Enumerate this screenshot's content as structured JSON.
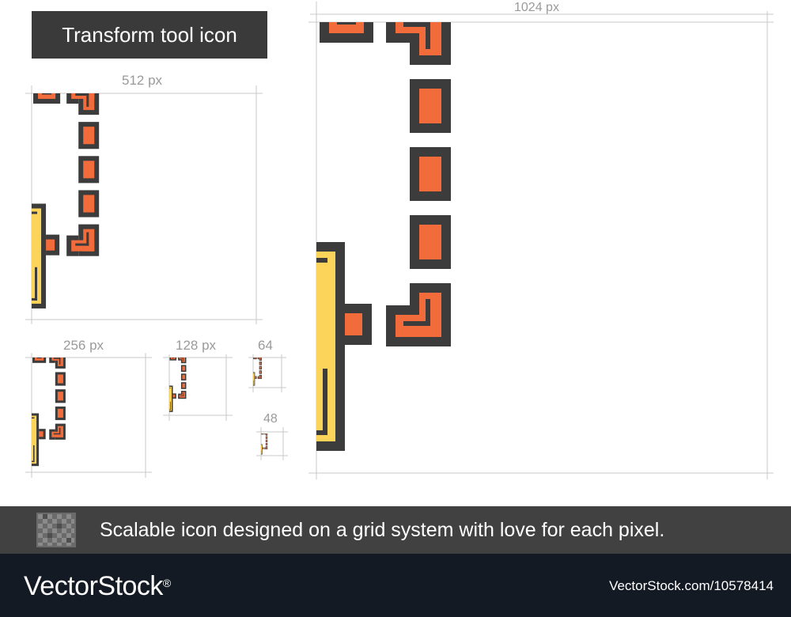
{
  "title": "Transform tool icon",
  "sizes": {
    "s1024": "1024 px",
    "s512": "512 px",
    "s256": "256 px",
    "s128": "128 px",
    "s64": "64",
    "s48": "48"
  },
  "tagline": "Scalable icon designed on a grid system with love for each pixel.",
  "brand": {
    "name": "VectorStock",
    "mark": "®"
  },
  "stock_id": "VectorStock.com/10578414",
  "colors": {
    "outline": "#3c3c3c",
    "arrow": "#8fcfbf",
    "square": "#f26b3a",
    "panel": "#fcd45a",
    "bar": "#414141",
    "footer": "#141a24"
  }
}
